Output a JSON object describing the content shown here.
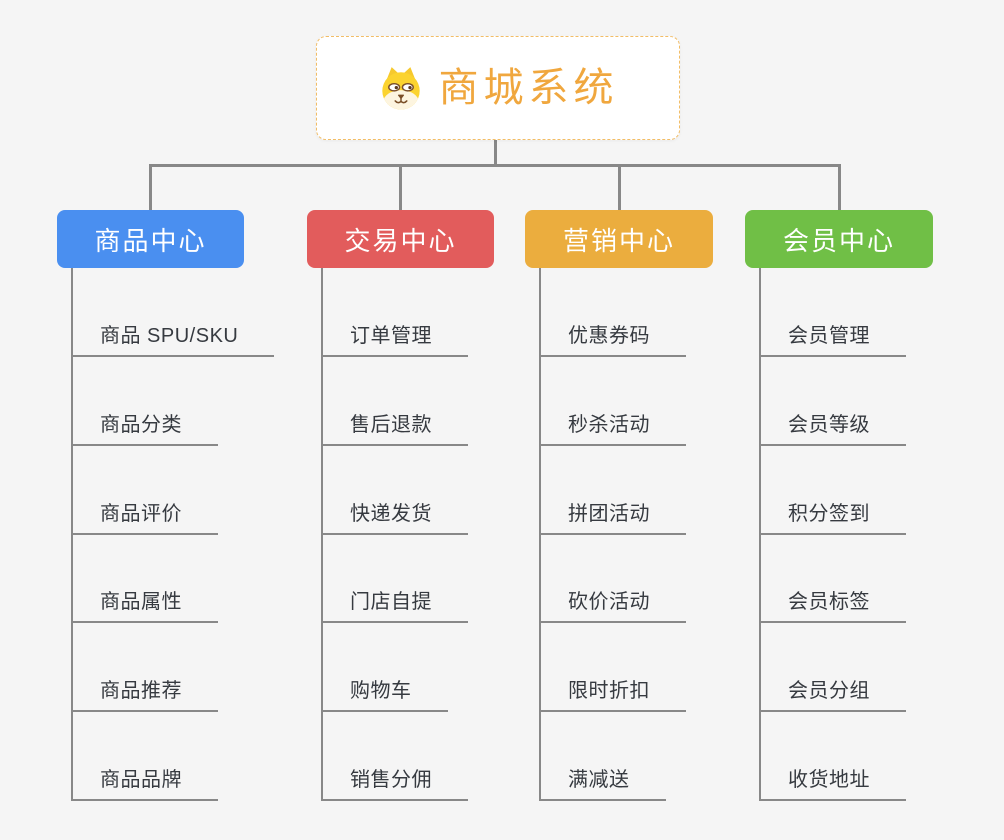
{
  "root": {
    "title": "商城系统",
    "icon": "dog-face-icon",
    "text_color": "#f0a73e",
    "border_color": "#f2bd66"
  },
  "branches": [
    {
      "label": "商品中心",
      "color": "#4a8ff0",
      "children": [
        "商品 SPU/SKU",
        "商品分类",
        "商品评价",
        "商品属性",
        "商品推荐",
        "商品品牌"
      ]
    },
    {
      "label": "交易中心",
      "color": "#e25c5c",
      "children": [
        "订单管理",
        "售后退款",
        "快递发货",
        "门店自提",
        "购物车",
        "销售分佣"
      ]
    },
    {
      "label": "营销中心",
      "color": "#ebad3e",
      "children": [
        "优惠券码",
        "秒杀活动",
        "拼团活动",
        "砍价活动",
        "限时折扣",
        "满减送"
      ]
    },
    {
      "label": "会员中心",
      "color": "#70bf46",
      "children": [
        "会员管理",
        "会员等级",
        "积分签到",
        "会员标签",
        "会员分组",
        "收货地址"
      ]
    }
  ],
  "colors": {
    "background": "#f5f5f5",
    "connector_line": "#888888",
    "child_text": "#363a40",
    "header_text": "#ffffff"
  }
}
